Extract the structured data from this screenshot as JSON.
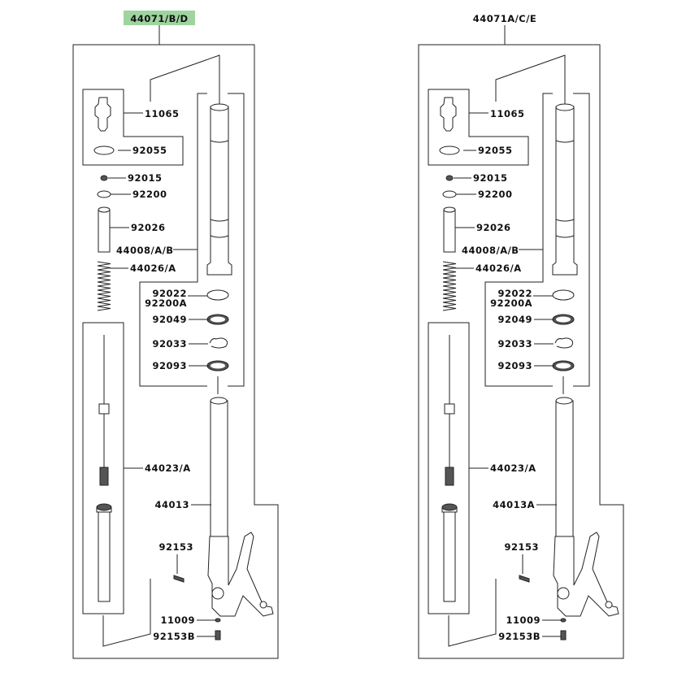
{
  "colors": {
    "highlight": "#9fd49f",
    "line": "#222222"
  },
  "panels": [
    {
      "title": "44071/B/D",
      "highlighted": true,
      "labels": [
        "11065",
        "92055",
        "92015",
        "92200",
        "92026",
        "44008/A/B",
        "44026/A",
        "92022",
        "92200A",
        "92049",
        "92033",
        "92093",
        "44023/A",
        "44013",
        "92153",
        "11009",
        "92153B"
      ]
    },
    {
      "title": "44071A/C/E",
      "highlighted": false,
      "labels": [
        "11065",
        "92055",
        "92015",
        "92200",
        "92026",
        "44008/A/B",
        "44026/A",
        "92022",
        "92200A",
        "92049",
        "92033",
        "92093",
        "44023/A",
        "44013A",
        "92153",
        "11009",
        "92153B"
      ]
    }
  ]
}
